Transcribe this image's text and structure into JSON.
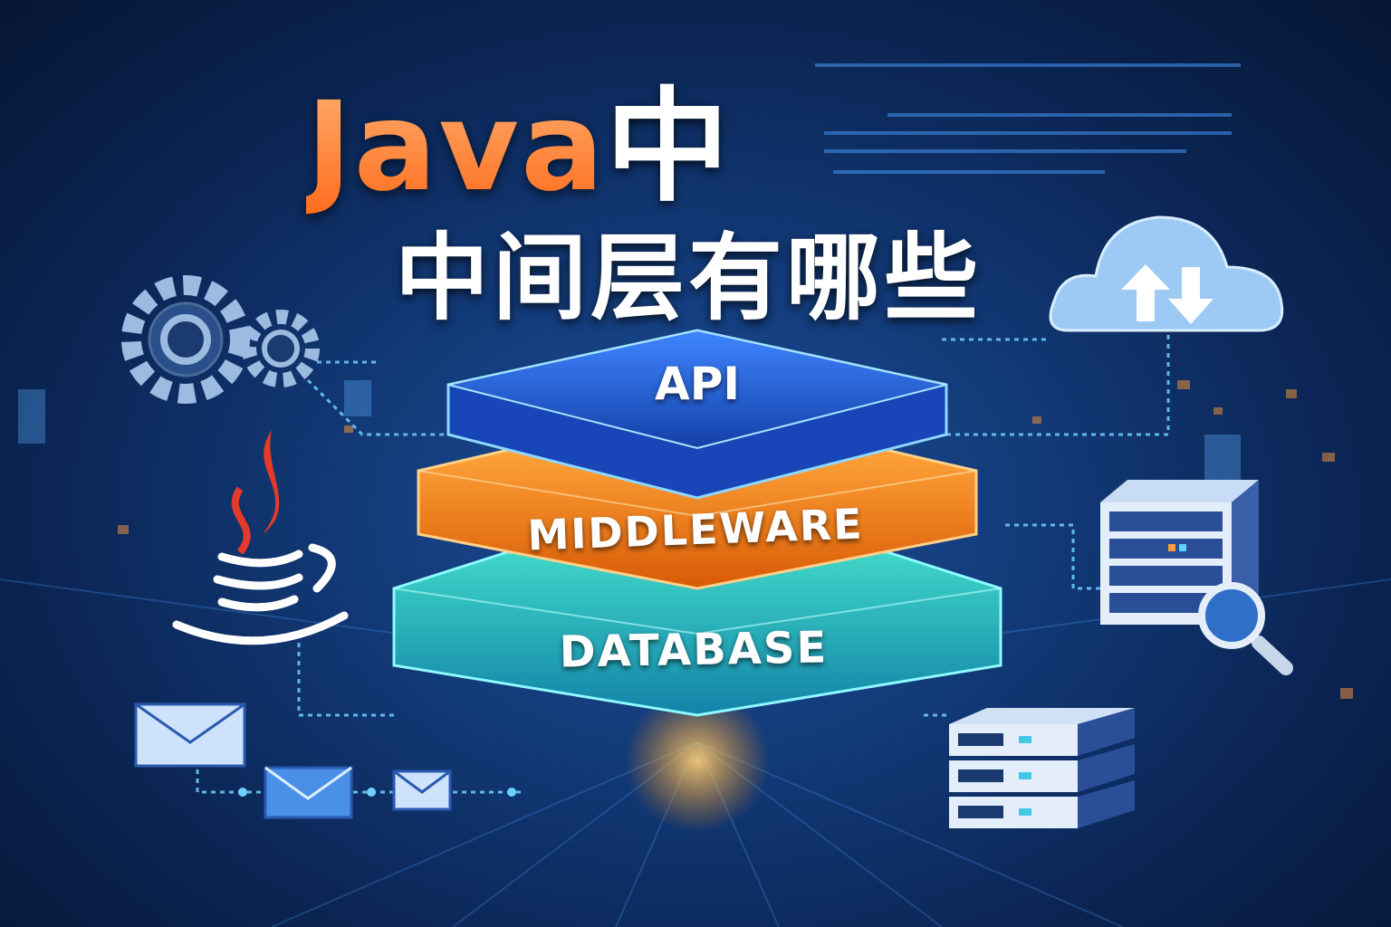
{
  "title": {
    "line1_latin": "Java",
    "line1_cjk": "中",
    "line2": "中间层有哪些"
  },
  "layers": [
    {
      "label": "API",
      "color": "#1f5fd6"
    },
    {
      "label": "MIDDLEWARE",
      "color": "#f07a12"
    },
    {
      "label": "DATABASE",
      "color": "#1aa6a8"
    }
  ],
  "icons": [
    "gear-icon",
    "java-logo-icon",
    "cloud-sync-icon",
    "server-search-icon",
    "server-rack-icon",
    "envelope-icon"
  ],
  "colors": {
    "background": "#0f3470",
    "accent_orange": "#ff7a22",
    "accent_cyan": "#5fd0ff"
  }
}
